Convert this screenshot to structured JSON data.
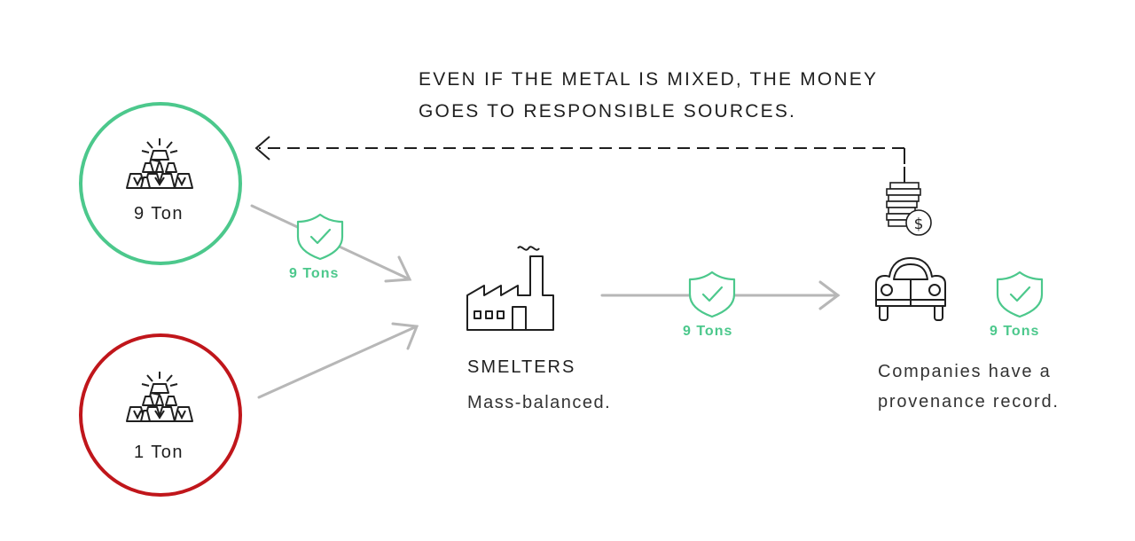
{
  "headline": {
    "line1": "EVEN IF THE METAL IS MIXED, THE MONEY",
    "line2": "GOES TO RESPONSIBLE SOURCES."
  },
  "sources": [
    {
      "label": "9 Ton",
      "status": "responsible",
      "color": "#4cc88c"
    },
    {
      "label": "1 Ton",
      "status": "irresponsible",
      "color": "#c0161b"
    }
  ],
  "flow_labels": {
    "source_to_smelter": "9 Tons",
    "smelter_to_company": "9 Tons",
    "company": "9 Tons"
  },
  "smelters": {
    "title": "SMELTERS",
    "subtitle": "Mass-balanced."
  },
  "companies": {
    "line1": "Companies have a",
    "line2": "provenance record."
  },
  "colors": {
    "accent_green": "#4cc88c",
    "alert_red": "#c0161b",
    "arrow_gray": "#b7b7b7",
    "ink": "#1f1f1f"
  },
  "icons": [
    "gold-bars-icon",
    "shield-check-icon",
    "factory-icon",
    "car-icon",
    "coins-dollar-icon"
  ]
}
